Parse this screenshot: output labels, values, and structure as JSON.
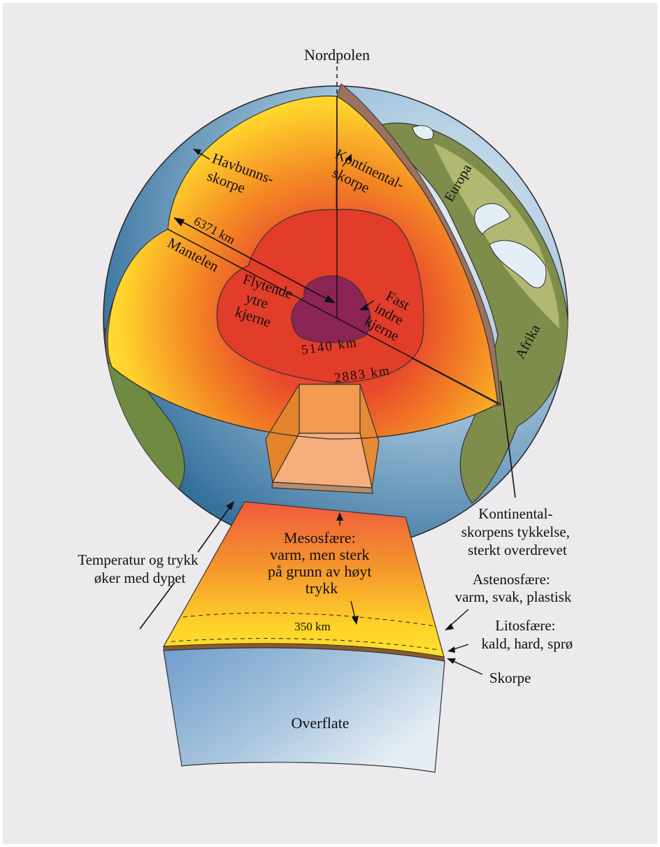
{
  "labels": {
    "north_pole": "Nordpolen",
    "oceanic_crust_1": "Havbunns-",
    "oceanic_crust_2": "skorpe",
    "continental_crust_1": "Kontinental-",
    "continental_crust_2": "skorpe",
    "europe": "Europa",
    "africa": "Afrika",
    "radius": "6371 km",
    "mantle": "Mantelen",
    "outer_core_1": "Flytende",
    "outer_core_2": "ytre",
    "outer_core_3": "kjerne",
    "inner_core_1": "Fast",
    "inner_core_2": "indre",
    "inner_core_3": "kjerne",
    "depth_inner": "5140 km",
    "depth_outer": "2883 km",
    "crust_thickness_1": "Kontinental-",
    "crust_thickness_2": "skorpens tykkelse,",
    "crust_thickness_3": "sterkt overdrevet",
    "mesosphere_1": "Mesosfære:",
    "mesosphere_2": "varm, men sterk",
    "mesosphere_3": "på grunn av høyt",
    "mesosphere_4": "trykk",
    "temp_pressure_1": "Temperatur og trykk",
    "temp_pressure_2": "øker med dypet",
    "asthenosphere_1": "Astenosfære:",
    "asthenosphere_2": "varm, svak, plastisk",
    "depth_350": "350 km",
    "lithosphere_1": "Litosfære:",
    "lithosphere_2": "kald, hard, sprø",
    "crust": "Skorpe",
    "surface": "Overflate"
  },
  "colors": {
    "background": "#eceaec",
    "ocean": "#5b94bd",
    "land": "#7d8c4b",
    "crust_brown": "#9b7260",
    "mantle_yellow": "#ffe533",
    "mantle_orange": "#f49a22",
    "outer_core": "#e23c2a",
    "inner_core": "#8c2556"
  }
}
